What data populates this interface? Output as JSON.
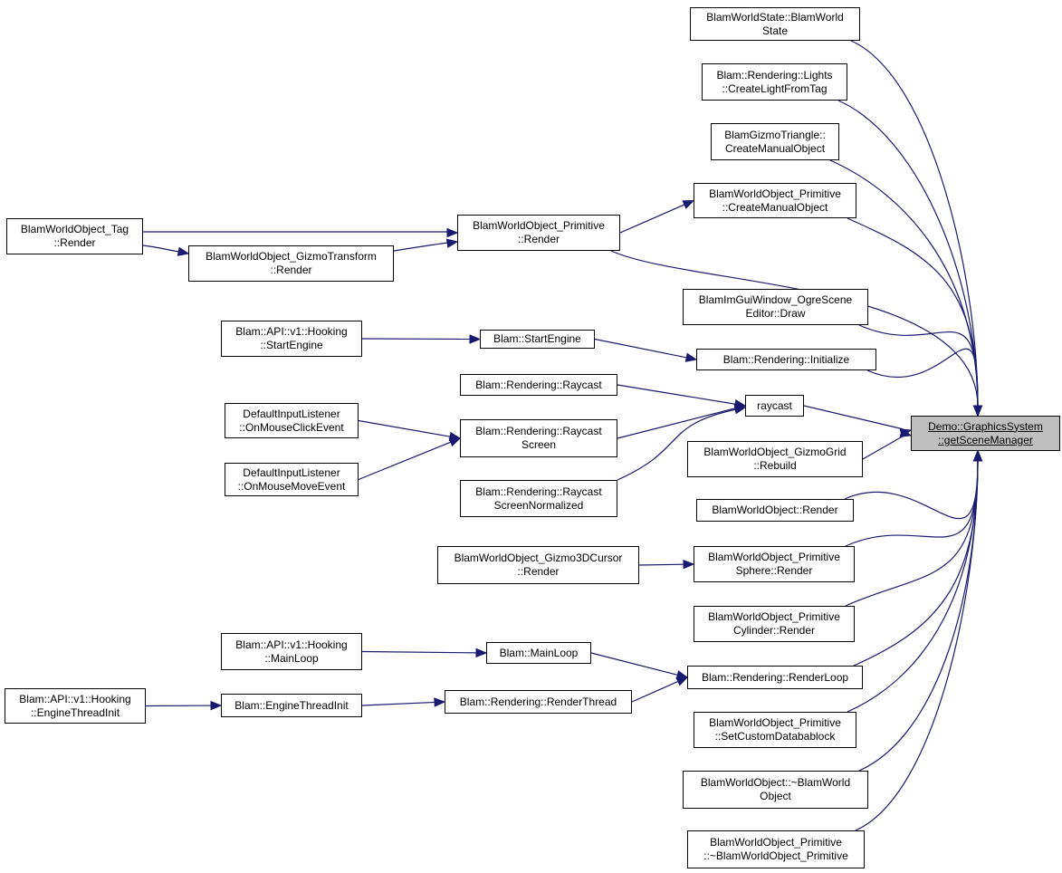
{
  "colors": {
    "edge": "#191970",
    "target_fill": "#bfbfbf",
    "node_fill": "#ffffff",
    "border": "#000000"
  },
  "diagram": {
    "nodes": [
      {
        "id": "target",
        "lines": [
          "Demo::GraphicsSystem",
          "::getSceneManager"
        ],
        "interactable": false
      },
      {
        "id": "worldstate",
        "lines": [
          "BlamWorldState::BlamWorld",
          "State"
        ]
      },
      {
        "id": "lights",
        "lines": [
          "Blam::Rendering::Lights",
          "::CreateLightFromTag"
        ]
      },
      {
        "id": "gizmotri",
        "lines": [
          "BlamGizmoTriangle::",
          "CreateManualObject"
        ]
      },
      {
        "id": "prim_cmo",
        "lines": [
          "BlamWorldObject_Primitive",
          "::CreateManualObject"
        ]
      },
      {
        "id": "prim_render",
        "lines": [
          "BlamWorldObject_Primitive",
          "::Render"
        ]
      },
      {
        "id": "tag_render",
        "lines": [
          "BlamWorldObject_Tag",
          "::Render"
        ]
      },
      {
        "id": "gizmotransform",
        "lines": [
          "BlamWorldObject_GizmoTransform",
          "::Render"
        ]
      },
      {
        "id": "imgui",
        "lines": [
          "BlamImGuiWindow_OgreScene",
          "Editor::Draw"
        ]
      },
      {
        "id": "hook_start",
        "lines": [
          "Blam::API::v1::Hooking",
          "::StartEngine"
        ]
      },
      {
        "id": "startengine",
        "lines": [
          "Blam::StartEngine"
        ]
      },
      {
        "id": "init",
        "lines": [
          "Blam::Rendering::Initialize"
        ]
      },
      {
        "id": "raycast_fn",
        "lines": [
          "Blam::Rendering::Raycast"
        ]
      },
      {
        "id": "raycast",
        "lines": [
          "raycast"
        ]
      },
      {
        "id": "click",
        "lines": [
          "DefaultInputListener",
          "::OnMouseClickEvent"
        ]
      },
      {
        "id": "raycast_screen",
        "lines": [
          "Blam::Rendering::Raycast",
          "Screen"
        ]
      },
      {
        "id": "move",
        "lines": [
          "DefaultInputListener",
          "::OnMouseMoveEvent"
        ]
      },
      {
        "id": "raycast_norm",
        "lines": [
          "Blam::Rendering::Raycast",
          "ScreenNormalized"
        ]
      },
      {
        "id": "gizmogrid",
        "lines": [
          "BlamWorldObject_GizmoGrid",
          "::Rebuild"
        ]
      },
      {
        "id": "wo_render",
        "lines": [
          "BlamWorldObject::Render"
        ]
      },
      {
        "id": "cursor3d",
        "lines": [
          "BlamWorldObject_Gizmo3DCursor",
          "::Render"
        ]
      },
      {
        "id": "sphere",
        "lines": [
          "BlamWorldObject_Primitive",
          "Sphere::Render"
        ]
      },
      {
        "id": "cylinder",
        "lines": [
          "BlamWorldObject_Primitive",
          "Cylinder::Render"
        ]
      },
      {
        "id": "hook_main",
        "lines": [
          "Blam::API::v1::Hooking",
          "::MainLoop"
        ]
      },
      {
        "id": "mainloop",
        "lines": [
          "Blam::MainLoop"
        ]
      },
      {
        "id": "renderloop",
        "lines": [
          "Blam::Rendering::RenderLoop"
        ]
      },
      {
        "id": "hook_thread",
        "lines": [
          "Blam::API::v1::Hooking",
          "::EngineThreadInit"
        ]
      },
      {
        "id": "threadinit",
        "lines": [
          "Blam::EngineThreadInit"
        ]
      },
      {
        "id": "renderthread",
        "lines": [
          "Blam::Rendering::RenderThread"
        ]
      },
      {
        "id": "databablock",
        "lines": [
          "BlamWorldObject_Primitive",
          "::SetCustomDatabablock"
        ]
      },
      {
        "id": "wo_dtor",
        "lines": [
          "BlamWorldObject::~BlamWorld",
          "Object"
        ]
      },
      {
        "id": "prim_dtor",
        "lines": [
          "BlamWorldObject_Primitive",
          "::~BlamWorldObject_Primitive"
        ]
      }
    ],
    "edges": [
      {
        "from": "worldstate",
        "to": "target"
      },
      {
        "from": "lights",
        "to": "target"
      },
      {
        "from": "gizmotri",
        "to": "target"
      },
      {
        "from": "prim_cmo",
        "to": "target"
      },
      {
        "from": "prim_render",
        "to": "target"
      },
      {
        "from": "imgui",
        "to": "target"
      },
      {
        "from": "init",
        "to": "target"
      },
      {
        "from": "raycast",
        "to": "target"
      },
      {
        "from": "gizmogrid",
        "to": "target"
      },
      {
        "from": "wo_render",
        "to": "target"
      },
      {
        "from": "sphere",
        "to": "target"
      },
      {
        "from": "cylinder",
        "to": "target"
      },
      {
        "from": "renderloop",
        "to": "target"
      },
      {
        "from": "databablock",
        "to": "target"
      },
      {
        "from": "wo_dtor",
        "to": "target"
      },
      {
        "from": "prim_dtor",
        "to": "target"
      },
      {
        "from": "prim_render",
        "to": "prim_cmo"
      },
      {
        "from": "tag_render",
        "to": "prim_render"
      },
      {
        "from": "tag_render",
        "to": "gizmotransform"
      },
      {
        "from": "gizmotransform",
        "to": "prim_render"
      },
      {
        "from": "hook_start",
        "to": "startengine"
      },
      {
        "from": "startengine",
        "to": "init"
      },
      {
        "from": "raycast_fn",
        "to": "raycast"
      },
      {
        "from": "raycast_screen",
        "to": "raycast"
      },
      {
        "from": "raycast_norm",
        "to": "raycast"
      },
      {
        "from": "click",
        "to": "raycast_screen"
      },
      {
        "from": "move",
        "to": "raycast_screen"
      },
      {
        "from": "cursor3d",
        "to": "sphere"
      },
      {
        "from": "hook_main",
        "to": "mainloop"
      },
      {
        "from": "mainloop",
        "to": "renderloop"
      },
      {
        "from": "renderthread",
        "to": "renderloop"
      },
      {
        "from": "threadinit",
        "to": "renderthread"
      },
      {
        "from": "hook_thread",
        "to": "threadinit"
      }
    ]
  }
}
